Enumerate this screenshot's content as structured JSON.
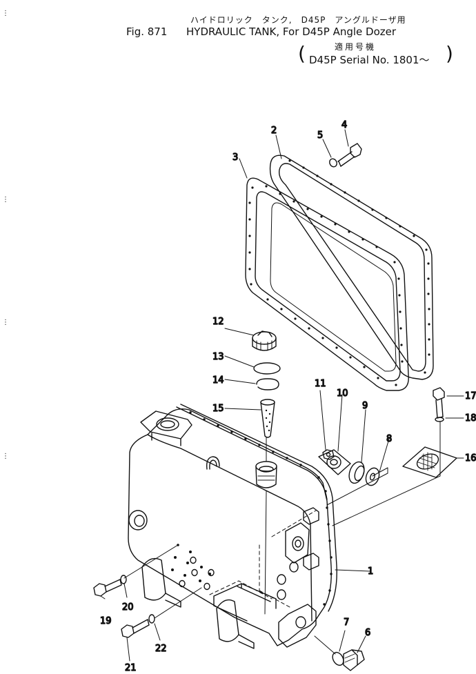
{
  "header": {
    "title_jp": "ハイドロリック　タンク,　D45P　アングルドーザ用",
    "fig_label": "Fig. 871",
    "fig_title": "HYDRAULIC TANK, For D45P Angle Dozer",
    "serial_jp": "適用号機",
    "serial_text": "D45P Serial No. 1801～",
    "paren_open": "(",
    "paren_close": ")"
  },
  "callouts": [
    "1",
    "2",
    "3",
    "4",
    "5",
    "6",
    "7",
    "8",
    "9",
    "10",
    "11",
    "12",
    "13",
    "14",
    "15",
    "16",
    "17",
    "18",
    "19",
    "20",
    "21",
    "22"
  ],
  "colors": {
    "ink": "#111111",
    "paper": "#ffffff"
  }
}
